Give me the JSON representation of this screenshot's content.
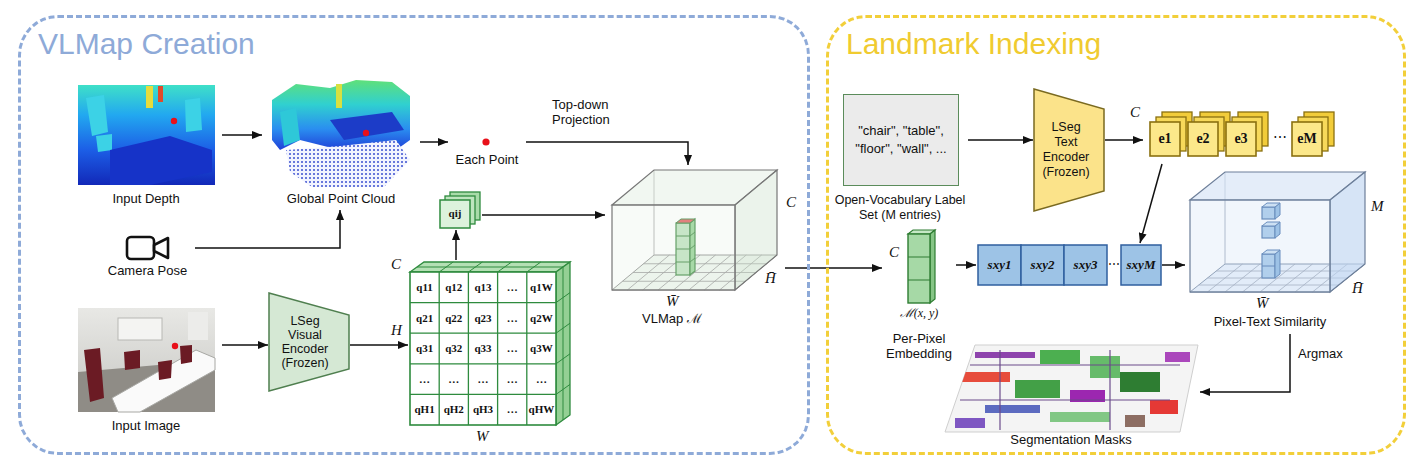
{
  "diagram": {
    "nodes": [
      {
        "text": [
          "VLMap Creation"
        ]
      },
      {
        "text": [
          "Input Depth"
        ],
        "in": 0
      },
      {
        "text": [
          "Global Point Cloud"
        ],
        "in": 0
      },
      {
        "text": [
          "Each Point"
        ],
        "in": 0
      },
      {
        "text": [
          "Camera Pose"
        ],
        "in": 0
      },
      {
        "text": [
          "Input Image"
        ],
        "in": 0
      },
      {
        "text": [
          "LSeg Visual Encoder (Frozen)"
        ],
        "in": 0
      },
      {
        "text": [
          "q11",
          "q12",
          "q13",
          "…",
          "q1W",
          "q21",
          "q22",
          "q23",
          "…",
          "q2W",
          "q31",
          "q32",
          "q33",
          "…",
          "q3W",
          "…",
          "…",
          "…",
          "…",
          "…",
          "qH1",
          "qH2",
          "qH3",
          "…",
          "qHW"
        ],
        "in": 0
      },
      {
        "text": [
          "qij"
        ],
        "in": 0
      },
      {
        "text": [
          "VLMap ℳ"
        ],
        "in": 0
      },
      {
        "text": [
          "Landmark Indexing"
        ]
      },
      {
        "text": [
          "\"chair\", \"table\", \"floor\", \"wall\", ...",
          "Open-Vocabulary Label Set (M entries)"
        ],
        "in": 10
      },
      {
        "text": [
          "LSeg Text Encoder (Frozen)"
        ],
        "in": 10
      },
      {
        "text": [
          "e1",
          "e2",
          "e3",
          "⋯",
          "eM"
        ],
        "in": 10
      },
      {
        "text": [
          "ℳ(x, y)",
          "Per-Pixel Embedding"
        ],
        "in": 10
      },
      {
        "text": [
          "sxy1",
          "sxy2",
          "sxy3",
          "⋯",
          "sxyM"
        ],
        "in": 10
      },
      {
        "text": [
          "Pixel-Text Similarity"
        ],
        "in": 10
      },
      {
        "text": [
          "Segmentation Masks"
        ],
        "in": 10
      }
    ],
    "edges": [
      {
        "from": 1,
        "to": 2,
        "arrow": "to"
      },
      {
        "from": 4,
        "to": 2,
        "arrow": "to"
      },
      {
        "from": 2,
        "to": 3,
        "arrow": "to"
      },
      {
        "from": 3,
        "to": 9,
        "label": "Top-down Projection",
        "arrow": "to"
      },
      {
        "from": 5,
        "to": 6,
        "arrow": "to"
      },
      {
        "from": 6,
        "to": 7,
        "arrow": "to"
      },
      {
        "from": 7,
        "to": 8,
        "arrow": "to"
      },
      {
        "from": 8,
        "to": 9,
        "arrow": "to"
      },
      {
        "from": 9,
        "to": 14,
        "arrow": "to"
      },
      {
        "from": 11,
        "to": 12,
        "arrow": "to"
      },
      {
        "from": 12,
        "to": 13,
        "arrow": "to"
      },
      {
        "from": 13,
        "to": 15,
        "arrow": "to"
      },
      {
        "from": 14,
        "to": 15,
        "arrow": "to"
      },
      {
        "from": 15,
        "to": 16,
        "arrow": "to"
      },
      {
        "from": 16,
        "to": 17,
        "label": "Argmax",
        "arrow": "to"
      }
    ],
    "labels": [
      "C",
      "H",
      "W",
      "C",
      "H̄",
      "W̄",
      "C",
      "C",
      "M",
      "H̄",
      "W̄"
    ]
  }
}
